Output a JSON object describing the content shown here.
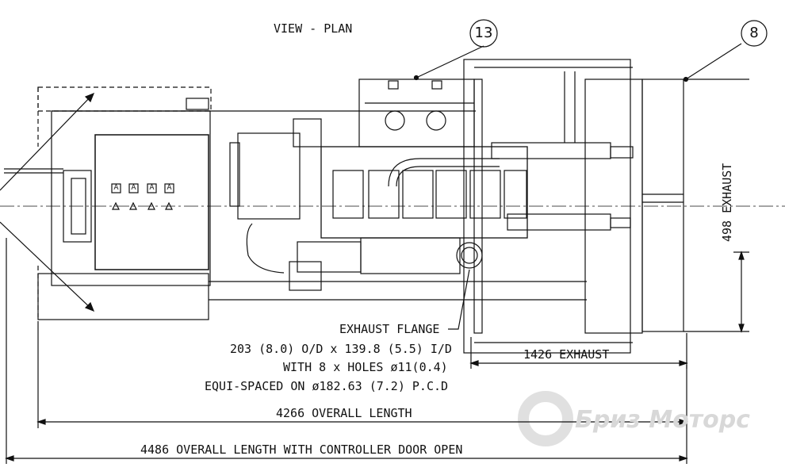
{
  "view_title": "VIEW - PLAN",
  "callouts": {
    "c13": "13",
    "c8": "8"
  },
  "dimensions": {
    "exhaust_vertical": "498 EXHAUST",
    "exhaust_horizontal": "1426 EXHAUST",
    "overall_length": "4266 OVERALL LENGTH",
    "overall_length_door": "4486 OVERALL LENGTH WITH CONTROLLER DOOR OPEN"
  },
  "exhaust_note": {
    "line1": "EXHAUST FLANGE",
    "line2": "203 (8.0) O/D x 139.8 (5.5) I/D",
    "line3": "WITH 8 x HOLES ø11(0.4)",
    "line4": "EQUI-SPACED ON ø182.63 (7.2) P.C.D"
  },
  "panel_markers": [
    "A",
    "A",
    "A",
    "A"
  ],
  "watermark": "Бриз Моторс",
  "colors": {
    "ink": "#111111",
    "watermark": "#d8d8d8"
  }
}
